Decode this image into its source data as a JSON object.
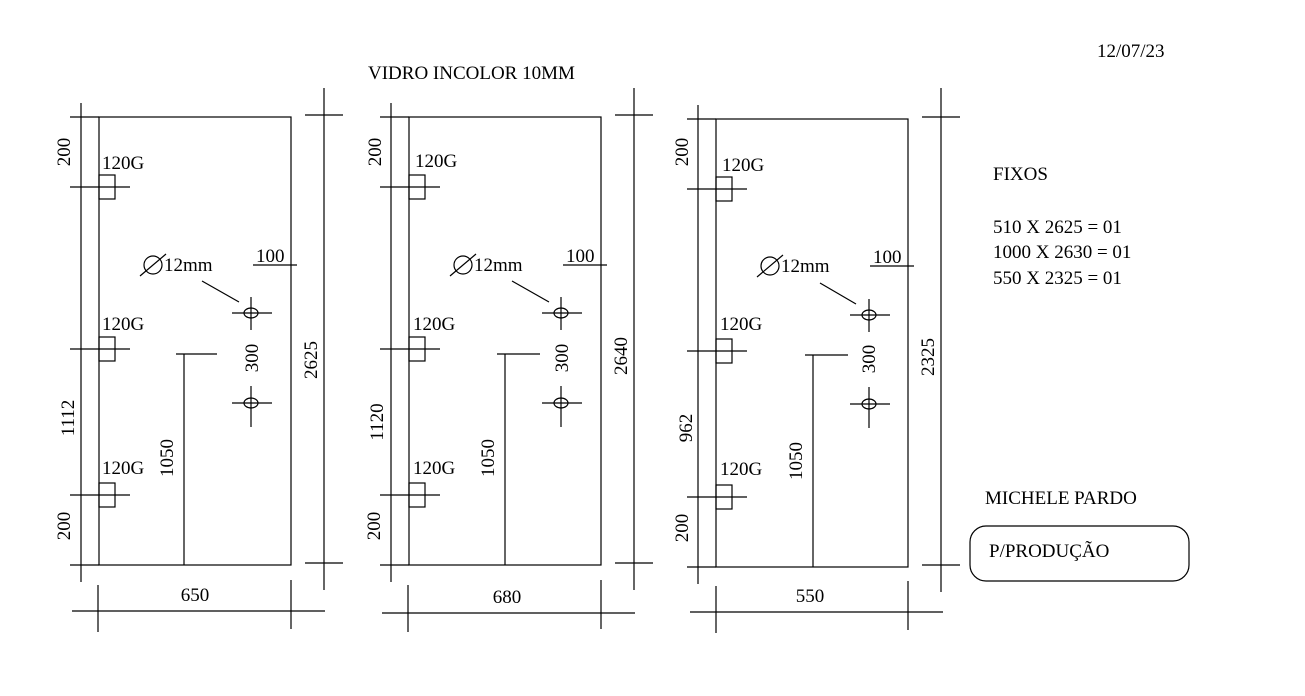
{
  "header": {
    "title": "VIDRO INCOLOR 10MM",
    "date": "12/07/23"
  },
  "panels": [
    {
      "width": "650",
      "height": "2625",
      "top_margin": "200",
      "middle_span": "1112",
      "bottom_margin": "200",
      "hinge_label": "120G",
      "handle_height": "1050",
      "hole_diameter": "12mm",
      "hole_offset": "100",
      "hole_spacing": "300"
    },
    {
      "width": "680",
      "height": "2640",
      "top_margin": "200",
      "middle_span": "1120",
      "bottom_margin": "200",
      "hinge_label": "120G",
      "handle_height": "1050",
      "hole_diameter": "12mm",
      "hole_offset": "100",
      "hole_spacing": "300"
    },
    {
      "width": "550",
      "height": "2325",
      "top_margin": "200",
      "middle_span": "962",
      "bottom_margin": "200",
      "hinge_label": "120G",
      "handle_height": "1050",
      "hole_diameter": "12mm",
      "hole_offset": "100",
      "hole_spacing": "300"
    }
  ],
  "fixos": {
    "title": "FIXOS",
    "items": [
      "510 X 2625 = 01",
      "1000 X 2630 = 01",
      "550 X 2325 = 01"
    ]
  },
  "client": {
    "name": "MICHELE  PARDO",
    "status": "P/PRODUÇÃO"
  }
}
